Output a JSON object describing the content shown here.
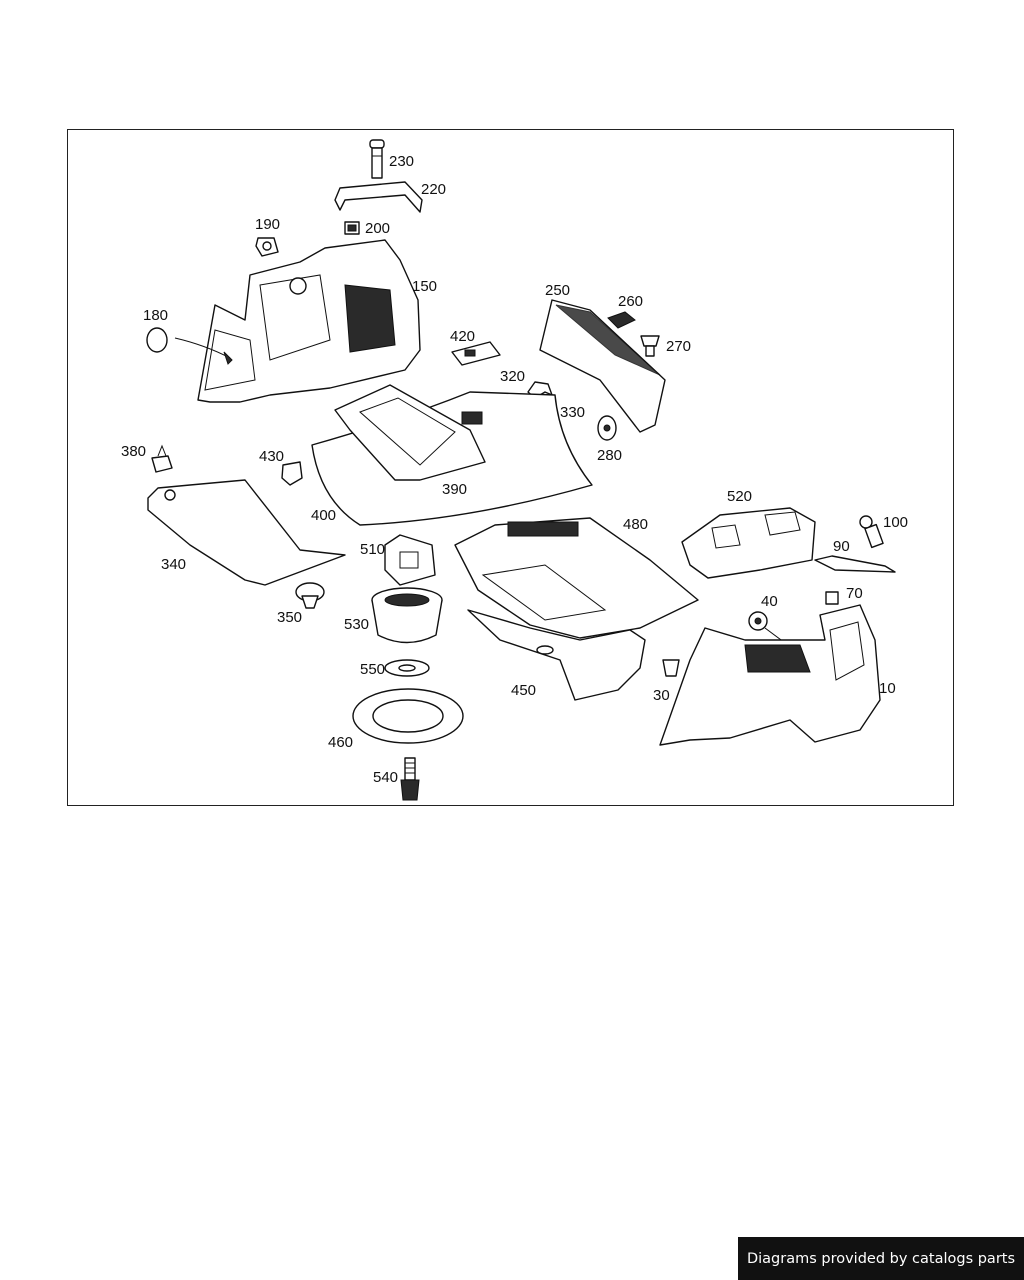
{
  "labels": {
    "p230": "230",
    "p220": "220",
    "p190": "190",
    "p200": "200",
    "p150": "150",
    "p180": "180",
    "p250": "250",
    "p260": "260",
    "p270": "270",
    "p420": "420",
    "p320": "320",
    "p330": "330",
    "p280": "280",
    "p380": "380",
    "p430": "430",
    "p390": "390",
    "p400": "400",
    "p340": "340",
    "p510": "510",
    "p480": "480",
    "p520": "520",
    "p100": "100",
    "p90": "90",
    "p350": "350",
    "p530": "530",
    "p40": "40",
    "p70": "70",
    "p550": "550",
    "p450": "450",
    "p30": "30",
    "p10": "10",
    "p460": "460",
    "p540": "540"
  },
  "footer": {
    "credit": "Diagrams provided by catalogs parts"
  }
}
